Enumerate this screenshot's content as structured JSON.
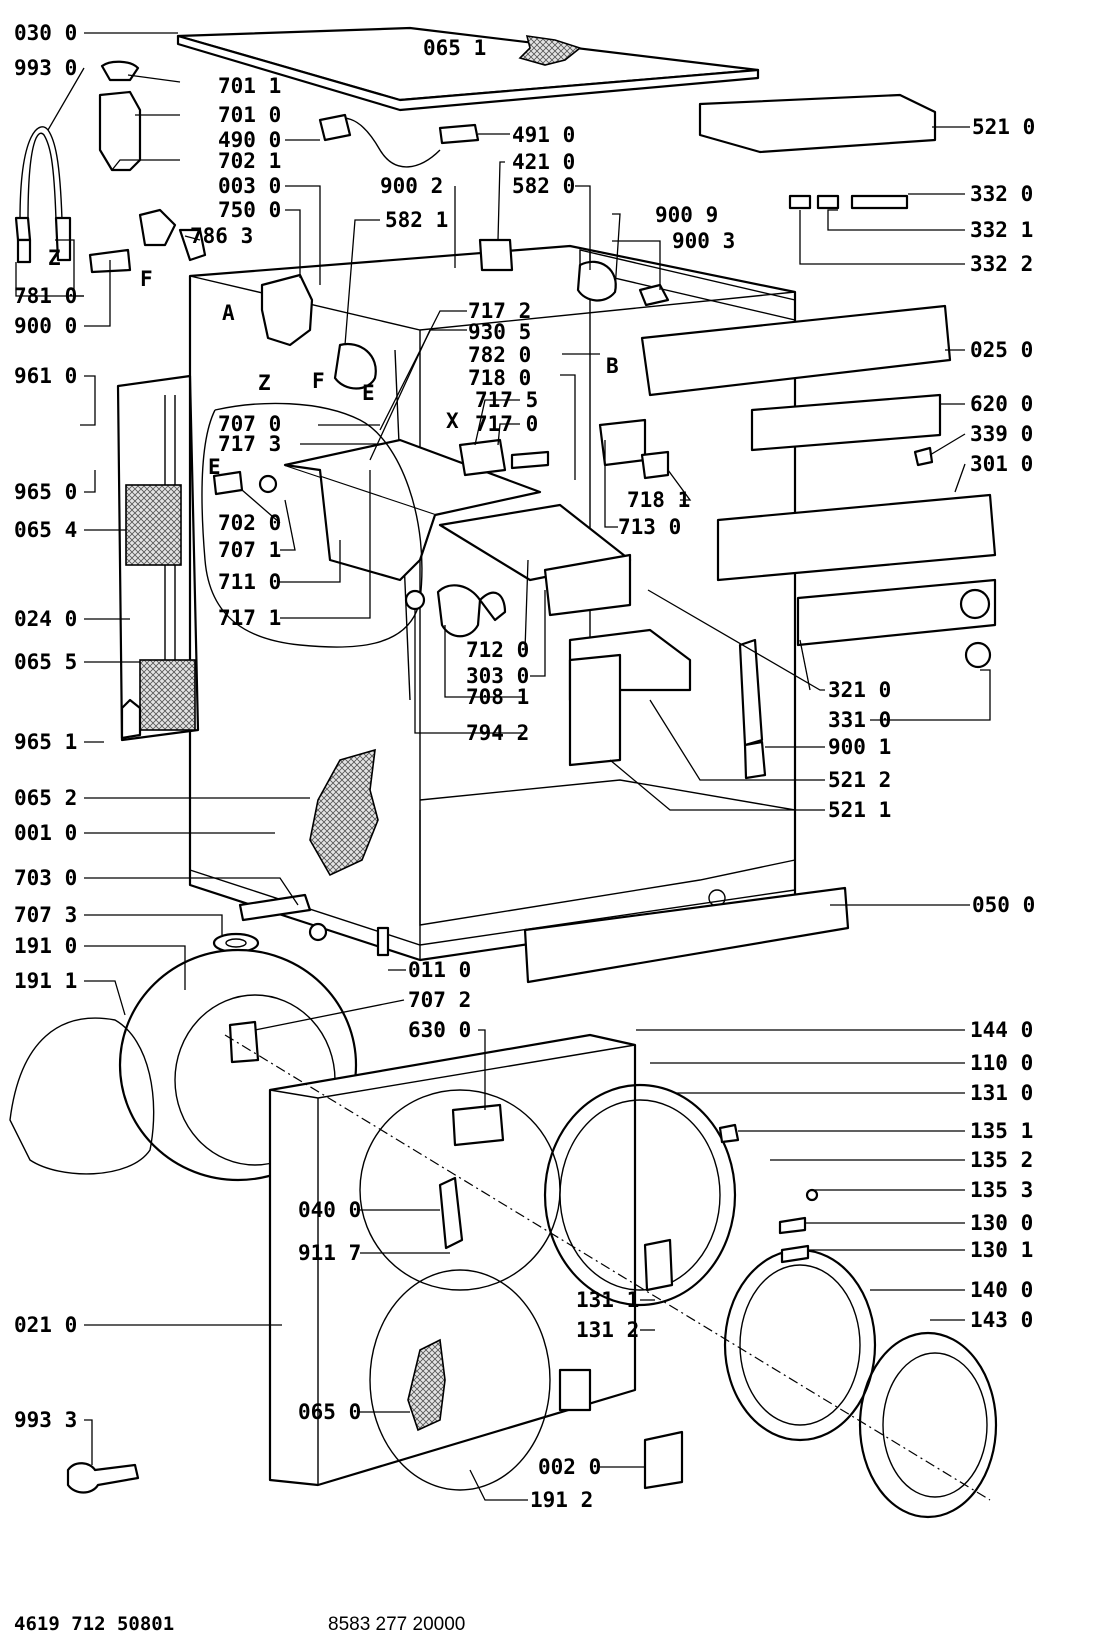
{
  "footer": {
    "left_code": "4619 712 50801",
    "right_code": "8583 277 20000"
  },
  "callouts": {
    "l0300": "030 0",
    "l9930": "993 0",
    "l7811": "781 0",
    "l9000": "900 0",
    "l9610": "961 0",
    "l9650": "965 0",
    "l0654": "065 4",
    "l0240": "024 0",
    "l0655": "065 5",
    "l9651": "965 1",
    "l0652": "065 2",
    "l0010": "001 0",
    "l7030": "703 0",
    "l7073": "707 3",
    "l1910": "191 0",
    "l1911": "191 1",
    "l0210": "021 0",
    "l9933": "993 3",
    "l0651": "065 1",
    "l7011": "701 1",
    "l7010": "701 0",
    "l4900": "490 0",
    "l4910": "491 0",
    "l7021": "702 1",
    "l4210": "421 0",
    "l0030": "003 0",
    "l9002": "900 2",
    "l5820": "582 0",
    "l7500": "750 0",
    "l5821": "582 1",
    "l7863": "786 3",
    "l9009": "900 9",
    "l9003": "900 3",
    "l7172": "717 2",
    "l9305": "930 5",
    "l7820": "782 0",
    "l7180": "718 0",
    "l7175": "717 5",
    "l7170": "717 0",
    "l7070": "707 0",
    "l7173": "717 3",
    "l7020": "702 0",
    "l7071": "707 1",
    "l7110": "711 0",
    "l7171": "717 1",
    "l7120": "712 0",
    "l3030": "303 0",
    "l7081": "708 1",
    "l7942": "794 2",
    "l7181": "718 1",
    "l7130": "713 0",
    "l5210": "521 0",
    "l3320": "332 0",
    "l3321": "332 1",
    "l3322": "332 2",
    "l0250": "025 0",
    "l6200": "620 0",
    "l3390": "339 0",
    "l3010": "301 0",
    "l3210": "321 0",
    "l3310": "331 0",
    "l9001": "900 1",
    "l5212": "521 2",
    "l5211": "521 1",
    "l0500": "050 0",
    "l0110": "011 0",
    "l7072": "707 2",
    "l6300": "630 0",
    "l1440": "144 0",
    "l1100": "110 0",
    "l1310": "131 0",
    "l1351": "135 1",
    "l1352": "135 2",
    "l1353": "135 3",
    "l1300": "130 0",
    "l1301": "130 1",
    "l1400": "140 0",
    "l1430": "143 0",
    "l0400": "040 0",
    "l9117": "911 7",
    "l1311": "131 1",
    "l1312": "131 2",
    "l0650": "065 0",
    "l0020": "002 0",
    "l1912": "191 2"
  },
  "markers": {
    "mA": "A",
    "mB": "B",
    "mE1": "E",
    "mE2": "E",
    "mF1": "F",
    "mF2": "F",
    "mX": "X",
    "mZ1": "Z",
    "mZ2": "Z"
  }
}
